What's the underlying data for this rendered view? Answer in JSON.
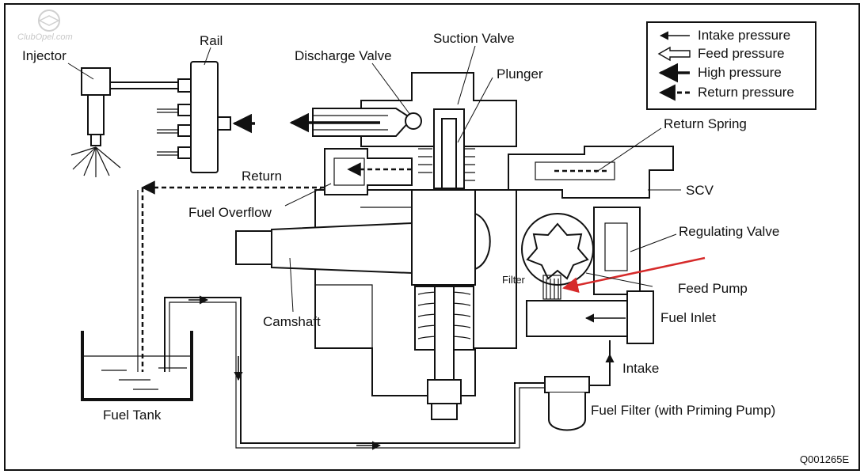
{
  "watermark": "ClubOpel.com",
  "figure_code": "Q001265E",
  "colors": {
    "line": "#111111",
    "highlight_arrow": "#d62a2a",
    "background": "#ffffff"
  },
  "legend": {
    "items": [
      {
        "label": "Intake pressure",
        "arrow_style": "solid-thin"
      },
      {
        "label": "Feed pressure",
        "arrow_style": "hollow"
      },
      {
        "label": "High pressure",
        "arrow_style": "solid-bold"
      },
      {
        "label": "Return pressure",
        "arrow_style": "dashed"
      }
    ]
  },
  "labels": {
    "injector": "Injector",
    "rail": "Rail",
    "discharge_valve": "Discharge Valve",
    "suction_valve": "Suction Valve",
    "plunger": "Plunger",
    "return_spring": "Return Spring",
    "return": "Return",
    "fuel_overflow": "Fuel Overflow",
    "scv": "SCV",
    "regulating_valve": "Regulating Valve",
    "filter": "Filter",
    "feed_pump": "Feed Pump",
    "camshaft": "Camshaft",
    "fuel_inlet": "Fuel Inlet",
    "intake": "Intake",
    "fuel_tank": "Fuel Tank",
    "fuel_filter": "Fuel Filter (with Priming Pump)"
  }
}
